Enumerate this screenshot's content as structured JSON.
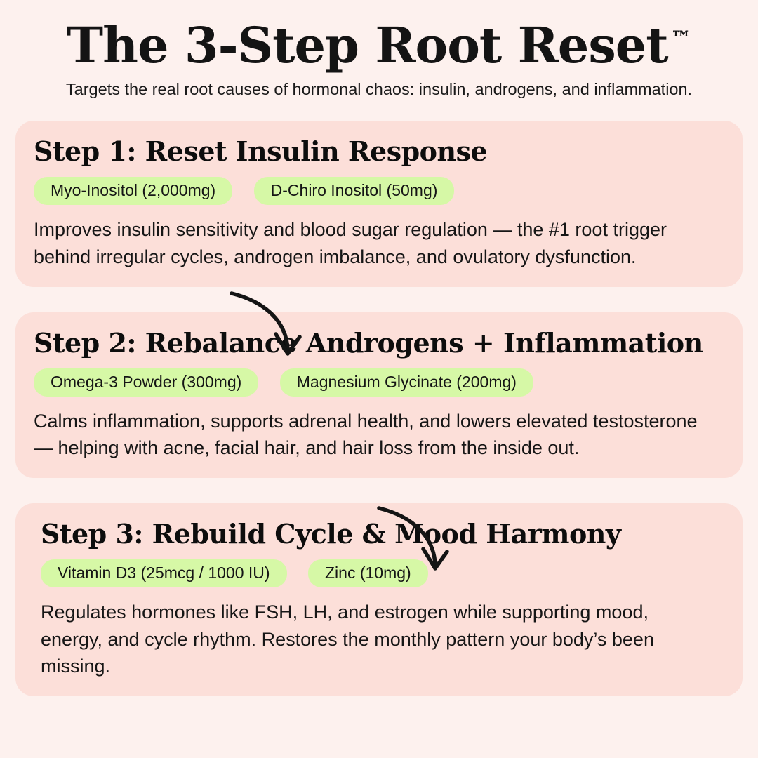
{
  "header": {
    "title": "The 3-Step Root Reset",
    "trademark": "™",
    "subtitle": "Targets the real root causes of hormonal chaos: insulin, androgens, and inflammation."
  },
  "colors": {
    "page_bg": "#fdf1ee",
    "card_bg": "#fcdfd9",
    "pill_bg": "#d6f8a6",
    "ink": "#141414"
  },
  "icons": {
    "arrow_step1_to_step2": "curved-arrow-down-right",
    "arrow_step2_to_step3": "curved-arrow-down-right"
  },
  "steps": [
    {
      "title": "Step 1: Reset Insulin Response",
      "pills": [
        "Myo-Inositol (2,000mg)",
        "D-Chiro Inositol (50mg)"
      ],
      "body": "Improves insulin sensitivity and blood sugar regulation — the #1 root trigger behind irregular cycles, androgen imbalance, and ovulatory dysfunction."
    },
    {
      "title": "Step 2: Rebalance Androgens + Inflammation",
      "pills": [
        "Omega-3 Powder (300mg)",
        "Magnesium Glycinate (200mg)"
      ],
      "body": "Calms inflammation, supports adrenal health, and lowers elevated testosterone — helping with acne, facial hair, and hair loss from the inside out."
    },
    {
      "title": "Step 3: Rebuild Cycle & Mood Harmony",
      "pills": [
        "Vitamin D3 (25mcg / 1000 IU)",
        "Zinc (10mg)"
      ],
      "body": "Regulates hormones like FSH, LH, and estrogen while supporting mood, energy, and cycle rhythm. Restores the monthly pattern your body’s been missing."
    }
  ]
}
